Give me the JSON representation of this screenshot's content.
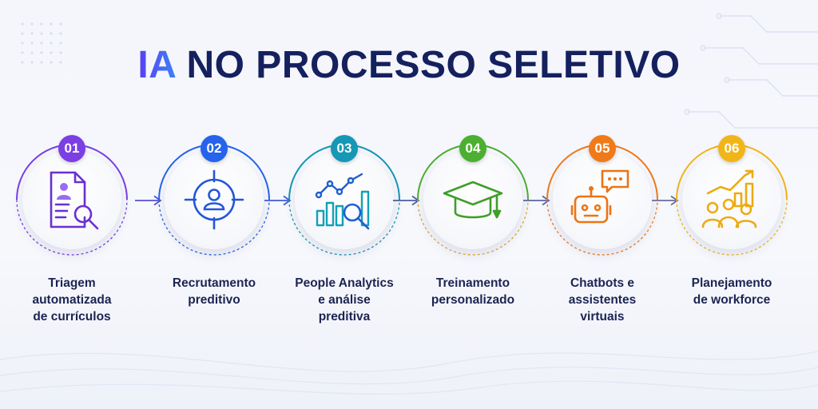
{
  "title": {
    "accent": "IA",
    "rest": "NO PROCESSO SELETIVO"
  },
  "steps": [
    {
      "number": "01",
      "color": "#7b3fe4",
      "icon": "resume-search-icon",
      "label_lines": [
        "Triagem",
        "automatizada",
        "de currículos"
      ]
    },
    {
      "number": "02",
      "color": "#2563eb",
      "icon": "target-user-icon",
      "label_lines": [
        "Recrutamento",
        "preditivo"
      ]
    },
    {
      "number": "03",
      "color": "#1597b5",
      "icon": "analytics-chart-icon",
      "label_lines": [
        "People Analytics",
        "e análise",
        "preditiva"
      ]
    },
    {
      "number": "04",
      "color": "#4caf32",
      "icon": "graduation-cap-icon",
      "label_lines": [
        "Treinamento",
        "personalizado"
      ]
    },
    {
      "number": "05",
      "color": "#f07a1a",
      "icon": "chatbot-icon",
      "label_lines": [
        "Chatbots e",
        "assistentes",
        "virtuais"
      ]
    },
    {
      "number": "06",
      "color": "#f2b518",
      "icon": "workforce-growth-icon",
      "label_lines": [
        "Planejamento",
        "de workforce"
      ]
    }
  ]
}
